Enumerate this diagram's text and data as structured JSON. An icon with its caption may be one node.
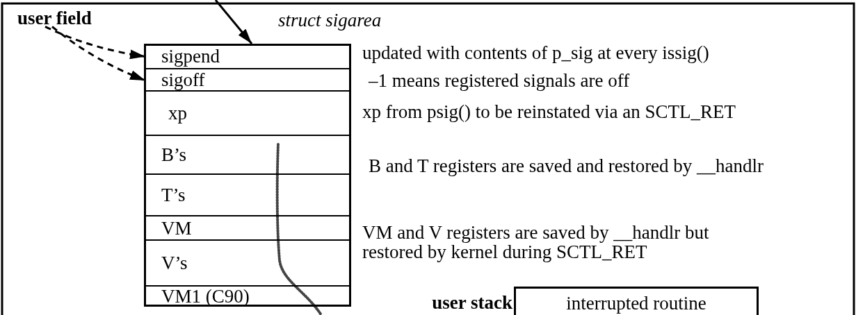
{
  "diagram": {
    "nodes": [
      {
        "text": [
          "user field"
        ]
      },
      {
        "text": [
          "struct sigarea"
        ]
      },
      {
        "text": [
          "sigpend"
        ],
        "in": 1
      },
      {
        "text": [
          "sigoff"
        ],
        "in": 1
      },
      {
        "text": [
          "xp"
        ],
        "in": 1
      },
      {
        "text": [
          "B’s"
        ],
        "in": 1
      },
      {
        "text": [
          "T’s"
        ],
        "in": 1
      },
      {
        "text": [
          "VM"
        ],
        "in": 1
      },
      {
        "text": [
          "V’s"
        ],
        "in": 1
      },
      {
        "text": [
          "VM1 (C90)"
        ],
        "in": 1
      },
      {
        "text": [
          "interrupted routine"
        ],
        "beside": [
          "user stack"
        ]
      }
    ],
    "edges": [
      {
        "from": null,
        "to": 1,
        "arrow": "to"
      },
      {
        "from": 0,
        "to": 2,
        "arrow": "to",
        "style": "dashed"
      },
      {
        "from": 0,
        "to": 3,
        "arrow": "to",
        "style": "dashed"
      }
    ],
    "labels": [
      "updated with contents of p_sig at every issig()",
      "–1 means registered signals are off",
      "xp from psig() to be reinstated via an SCTL_RET",
      "B and T registers are saved and restored by __handlr",
      "VM  and V registers are saved by __handlr but restored by kernel during SCTL_RET"
    ]
  }
}
